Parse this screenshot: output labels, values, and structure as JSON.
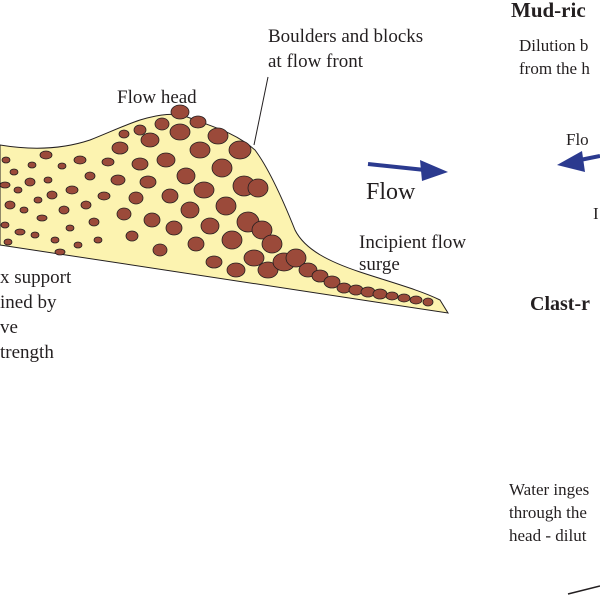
{
  "labels": {
    "flow_head": "Flow head",
    "boulders_line1": "Boulders and blocks",
    "boulders_line2": "at flow front",
    "flow": "Flow",
    "incipient_line1": "Incipient flow",
    "incipient_line2": "surge",
    "matrix_line1": "x support",
    "matrix_line2": "ined by",
    "matrix_line3": "ve",
    "matrix_line4": "trength",
    "mud_rich": "Mud-ric",
    "dilution_line1": "Dilution b",
    "dilution_line2": "from the h",
    "flow_right": "Flo",
    "clast": "Clast-r",
    "water_line1": "Water inges",
    "water_line2": "through the",
    "water_line3": "head - dilut"
  },
  "colors": {
    "matrix_fill": "#fcf3b0",
    "clast_fill": "#9b4a3a",
    "arrow": "#2b3a8f",
    "text": "#231f20"
  },
  "icons": {
    "flow_arrow": "arrow-right-icon",
    "flow_arrow_right": "arrow-left-icon"
  }
}
